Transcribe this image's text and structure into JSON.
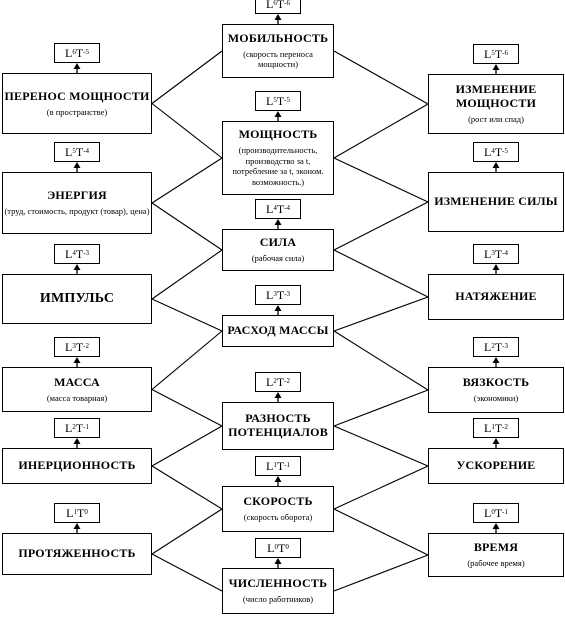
{
  "center": [
    {
      "id": "c1",
      "dim": {
        "a": "6",
        "b": "-6"
      },
      "title": "МОБИЛЬНОСТЬ",
      "sub": "(скорость переноса мощности)"
    },
    {
      "id": "c2",
      "dim": {
        "a": "5",
        "b": "-5"
      },
      "title": "МОЩНОСТЬ",
      "sub": "(производительность, производство за t, потребление за t, эконом. возможность.)"
    },
    {
      "id": "c3",
      "dim": {
        "a": "4",
        "b": "-4"
      },
      "title": "СИЛА",
      "sub": "(рабочая сила)"
    },
    {
      "id": "c4",
      "dim": {
        "a": "3",
        "b": "-3"
      },
      "title": "РАСХОД МАССЫ",
      "sub": ""
    },
    {
      "id": "c5",
      "dim": {
        "a": "2",
        "b": "-2"
      },
      "title": "РАЗНОСТЬ ПОТЕНЦИАЛОВ",
      "sub": ""
    },
    {
      "id": "c6",
      "dim": {
        "a": "1",
        "b": "-1"
      },
      "title": "СКОРОСТЬ",
      "sub": "(скорость оборота)"
    },
    {
      "id": "c7",
      "dim": {
        "a": "0",
        "b": "0"
      },
      "title": "ЧИСЛЕННОСТЬ",
      "sub": "(число работников)"
    }
  ],
  "left": [
    {
      "id": "l1",
      "dim": {
        "a": "6",
        "b": "-5"
      },
      "title": "ПЕРЕНОС МОЩНОСТИ",
      "sub": "(в пространстве)"
    },
    {
      "id": "l2",
      "dim": {
        "a": "5",
        "b": "-4"
      },
      "title": "ЭНЕРГИЯ",
      "sub": "(труд, стоимость, продукт (товар), цена)"
    },
    {
      "id": "l3",
      "dim": {
        "a": "4",
        "b": "-3"
      },
      "title": "ИМПУЛЬС",
      "sub": ""
    },
    {
      "id": "l4",
      "dim": {
        "a": "3",
        "b": "-2"
      },
      "title": "МАССА",
      "sub": "(масса товарная)"
    },
    {
      "id": "l5",
      "dim": {
        "a": "2",
        "b": "-1"
      },
      "title": "ИНЕРЦИОННОСТЬ",
      "sub": ""
    },
    {
      "id": "l6",
      "dim": {
        "a": "1",
        "b": "0"
      },
      "title": "ПРОТЯЖЕННОСТЬ",
      "sub": ""
    }
  ],
  "right": [
    {
      "id": "r1",
      "dim": {
        "a": "5",
        "b": "-6"
      },
      "title": "ИЗМЕНЕНИЕ МОЩНОСТИ",
      "sub": "(рост или спад)"
    },
    {
      "id": "r2",
      "dim": {
        "a": "4",
        "b": "-5"
      },
      "title": "ИЗМЕНЕНИЕ СИЛЫ",
      "sub": ""
    },
    {
      "id": "r3",
      "dim": {
        "a": "3",
        "b": "-4"
      },
      "title": "НАТЯЖЕНИЕ",
      "sub": ""
    },
    {
      "id": "r4",
      "dim": {
        "a": "2",
        "b": "-3"
      },
      "title": "ВЯЗКОСТЬ",
      "sub": "(экономики)"
    },
    {
      "id": "r5",
      "dim": {
        "a": "1",
        "b": "-2"
      },
      "title": "УСКОРЕНИЕ",
      "sub": ""
    },
    {
      "id": "r6",
      "dim": {
        "a": "0",
        "b": "-1"
      },
      "title": "ВРЕМЯ",
      "sub": "(рабочее время)"
    }
  ],
  "symbol": "L",
  "symbol2": "T"
}
